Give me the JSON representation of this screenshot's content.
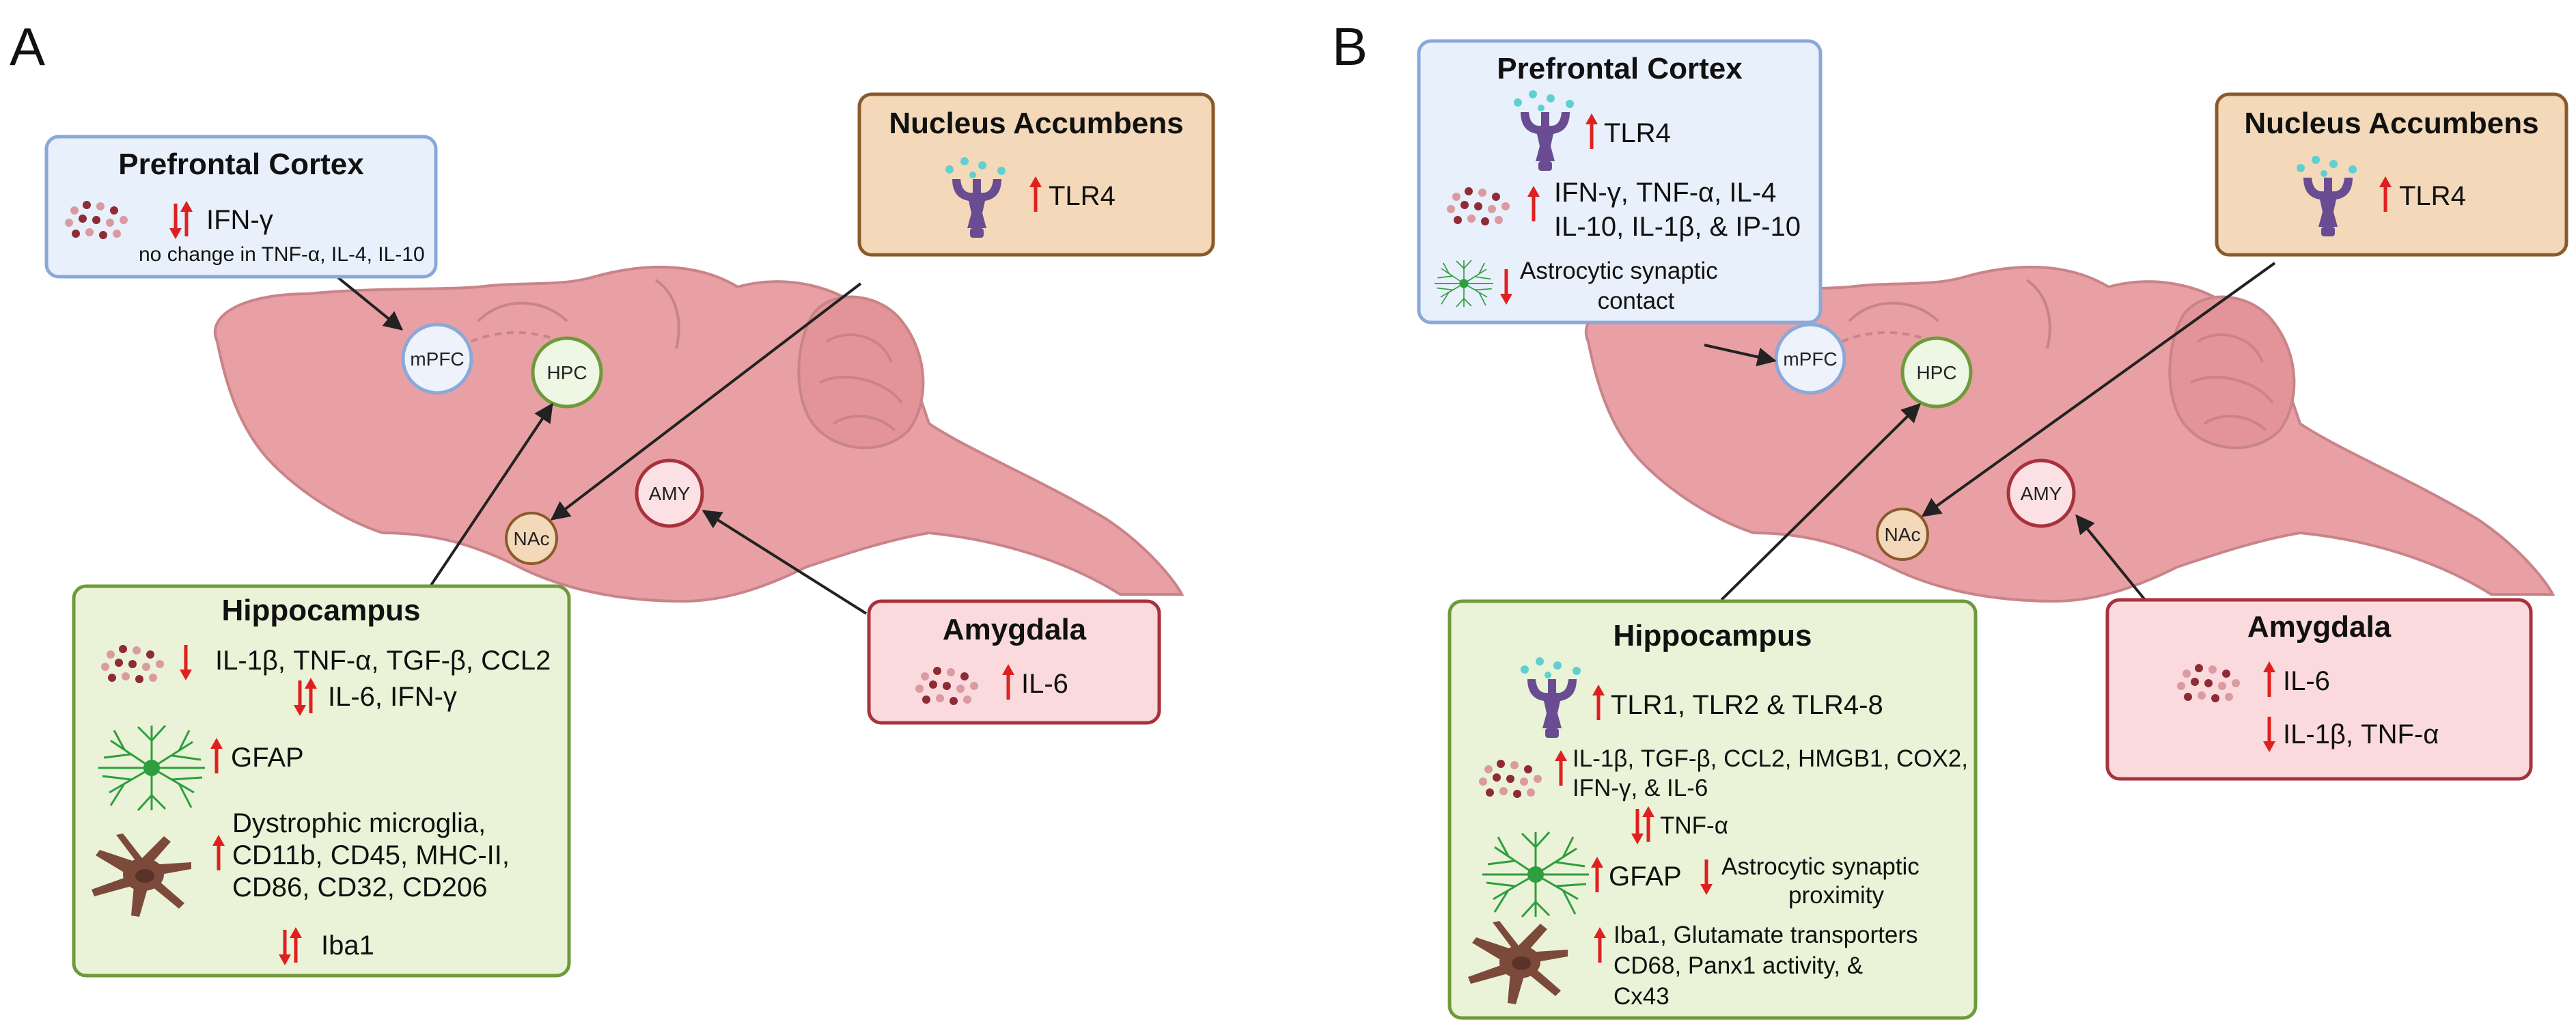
{
  "colors": {
    "brain_fill": "#e8a0a4",
    "brain_dark": "#c98489",
    "box_pfc_fill": "#e8f0fb",
    "box_pfc_stroke": "#8aa8d8",
    "box_nac_fill": "#f3d9b9",
    "box_nac_stroke": "#8b5a2b",
    "box_hpc_fill": "#eaf3d7",
    "box_hpc_stroke": "#6e9a3a",
    "box_amy_fill": "#fadadd",
    "box_amy_stroke": "#a8323c",
    "arrow_red": "#e02020",
    "receptor_purple": "#6a4c93",
    "astro_green": "#2e9e3e",
    "microglia_brown": "#7b4a3a"
  },
  "panel_a": {
    "letter": "A",
    "regions": {
      "mpfc": "mPFC",
      "hpc": "HPC",
      "nac": "NAc",
      "amy": "AMY"
    },
    "pfc": {
      "title": "Prefrontal Cortex",
      "line1": "IFN-γ",
      "line2": "no change in TNF-α, IL-4, IL-10"
    },
    "nac": {
      "title": "Nucleus Accumbens",
      "line1": "TLR4"
    },
    "hpc": {
      "title": "Hippocampus",
      "cyto1": "IL-1β, TNF-α, TGF-β, CCL2",
      "cyto2": "IL-6, IFN-γ",
      "astro": "GFAP",
      "micro1": "Dystrophic microglia,",
      "micro2": "CD11b, CD45, MHC-II,",
      "micro3": "CD86, CD32, CD206",
      "iba": "Iba1"
    },
    "amy": {
      "title": "Amygdala",
      "line1": "IL-6"
    }
  },
  "panel_b": {
    "letter": "B",
    "regions": {
      "mpfc": "mPFC",
      "hpc": "HPC",
      "nac": "NAc",
      "amy": "AMY"
    },
    "pfc": {
      "title": "Prefrontal Cortex",
      "tlr": "TLR4",
      "cyto1": "IFN-γ, TNF-α, IL-4",
      "cyto2": "IL-10, IL-1β, & IP-10",
      "astro1": "Astrocytic synaptic",
      "astro2": "contact"
    },
    "nac": {
      "title": "Nucleus Accumbens",
      "line1": "TLR4"
    },
    "hpc": {
      "title": "Hippocampus",
      "tlr": "TLR1, TLR2 & TLR4-8",
      "cyto1": "IL-1β, TGF-β, CCL2, HMGB1, COX2,",
      "cyto2": "IFN-γ, & IL-6",
      "cyto3": "TNF-α",
      "astro1": "GFAP",
      "astro2": "Astrocytic synaptic",
      "astro3": "proximity",
      "micro1": "Iba1, Glutamate transporters",
      "micro2": "CD68, Panx1 activity, &",
      "micro3": "Cx43"
    },
    "amy": {
      "title": "Amygdala",
      "line1": "IL-6",
      "line2": "IL-1β, TNF-α"
    }
  }
}
